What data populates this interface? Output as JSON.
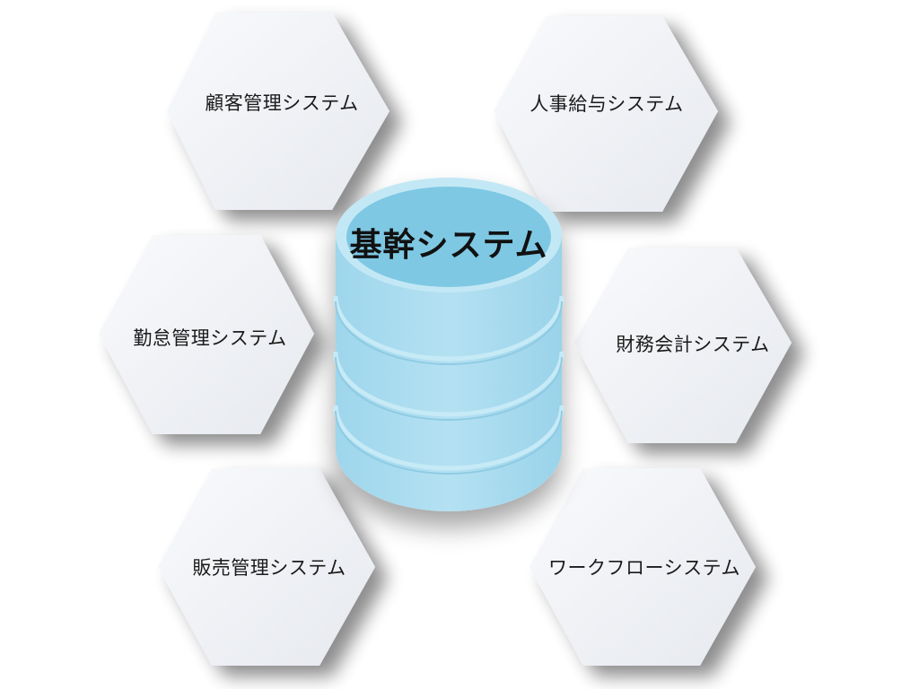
{
  "diagram": {
    "center": {
      "label": "基幹システム",
      "fill_top": "#7ec8e3",
      "fill_body": "#a8dcef",
      "rim": "#c3e8f5"
    },
    "hexagons": [
      {
        "id": "customer",
        "label": "顧客管理システム"
      },
      {
        "id": "hr-payroll",
        "label": "人事給与システム"
      },
      {
        "id": "attendance",
        "label": "勤怠管理システム"
      },
      {
        "id": "accounting",
        "label": "財務会計システム"
      },
      {
        "id": "sales",
        "label": "販売管理システム"
      },
      {
        "id": "workflow",
        "label": "ワークフローシステム"
      }
    ],
    "hex_fill_light": "#f9fafc",
    "hex_fill_dark": "#e6e9ef",
    "shadow_color": "#8e939c"
  }
}
